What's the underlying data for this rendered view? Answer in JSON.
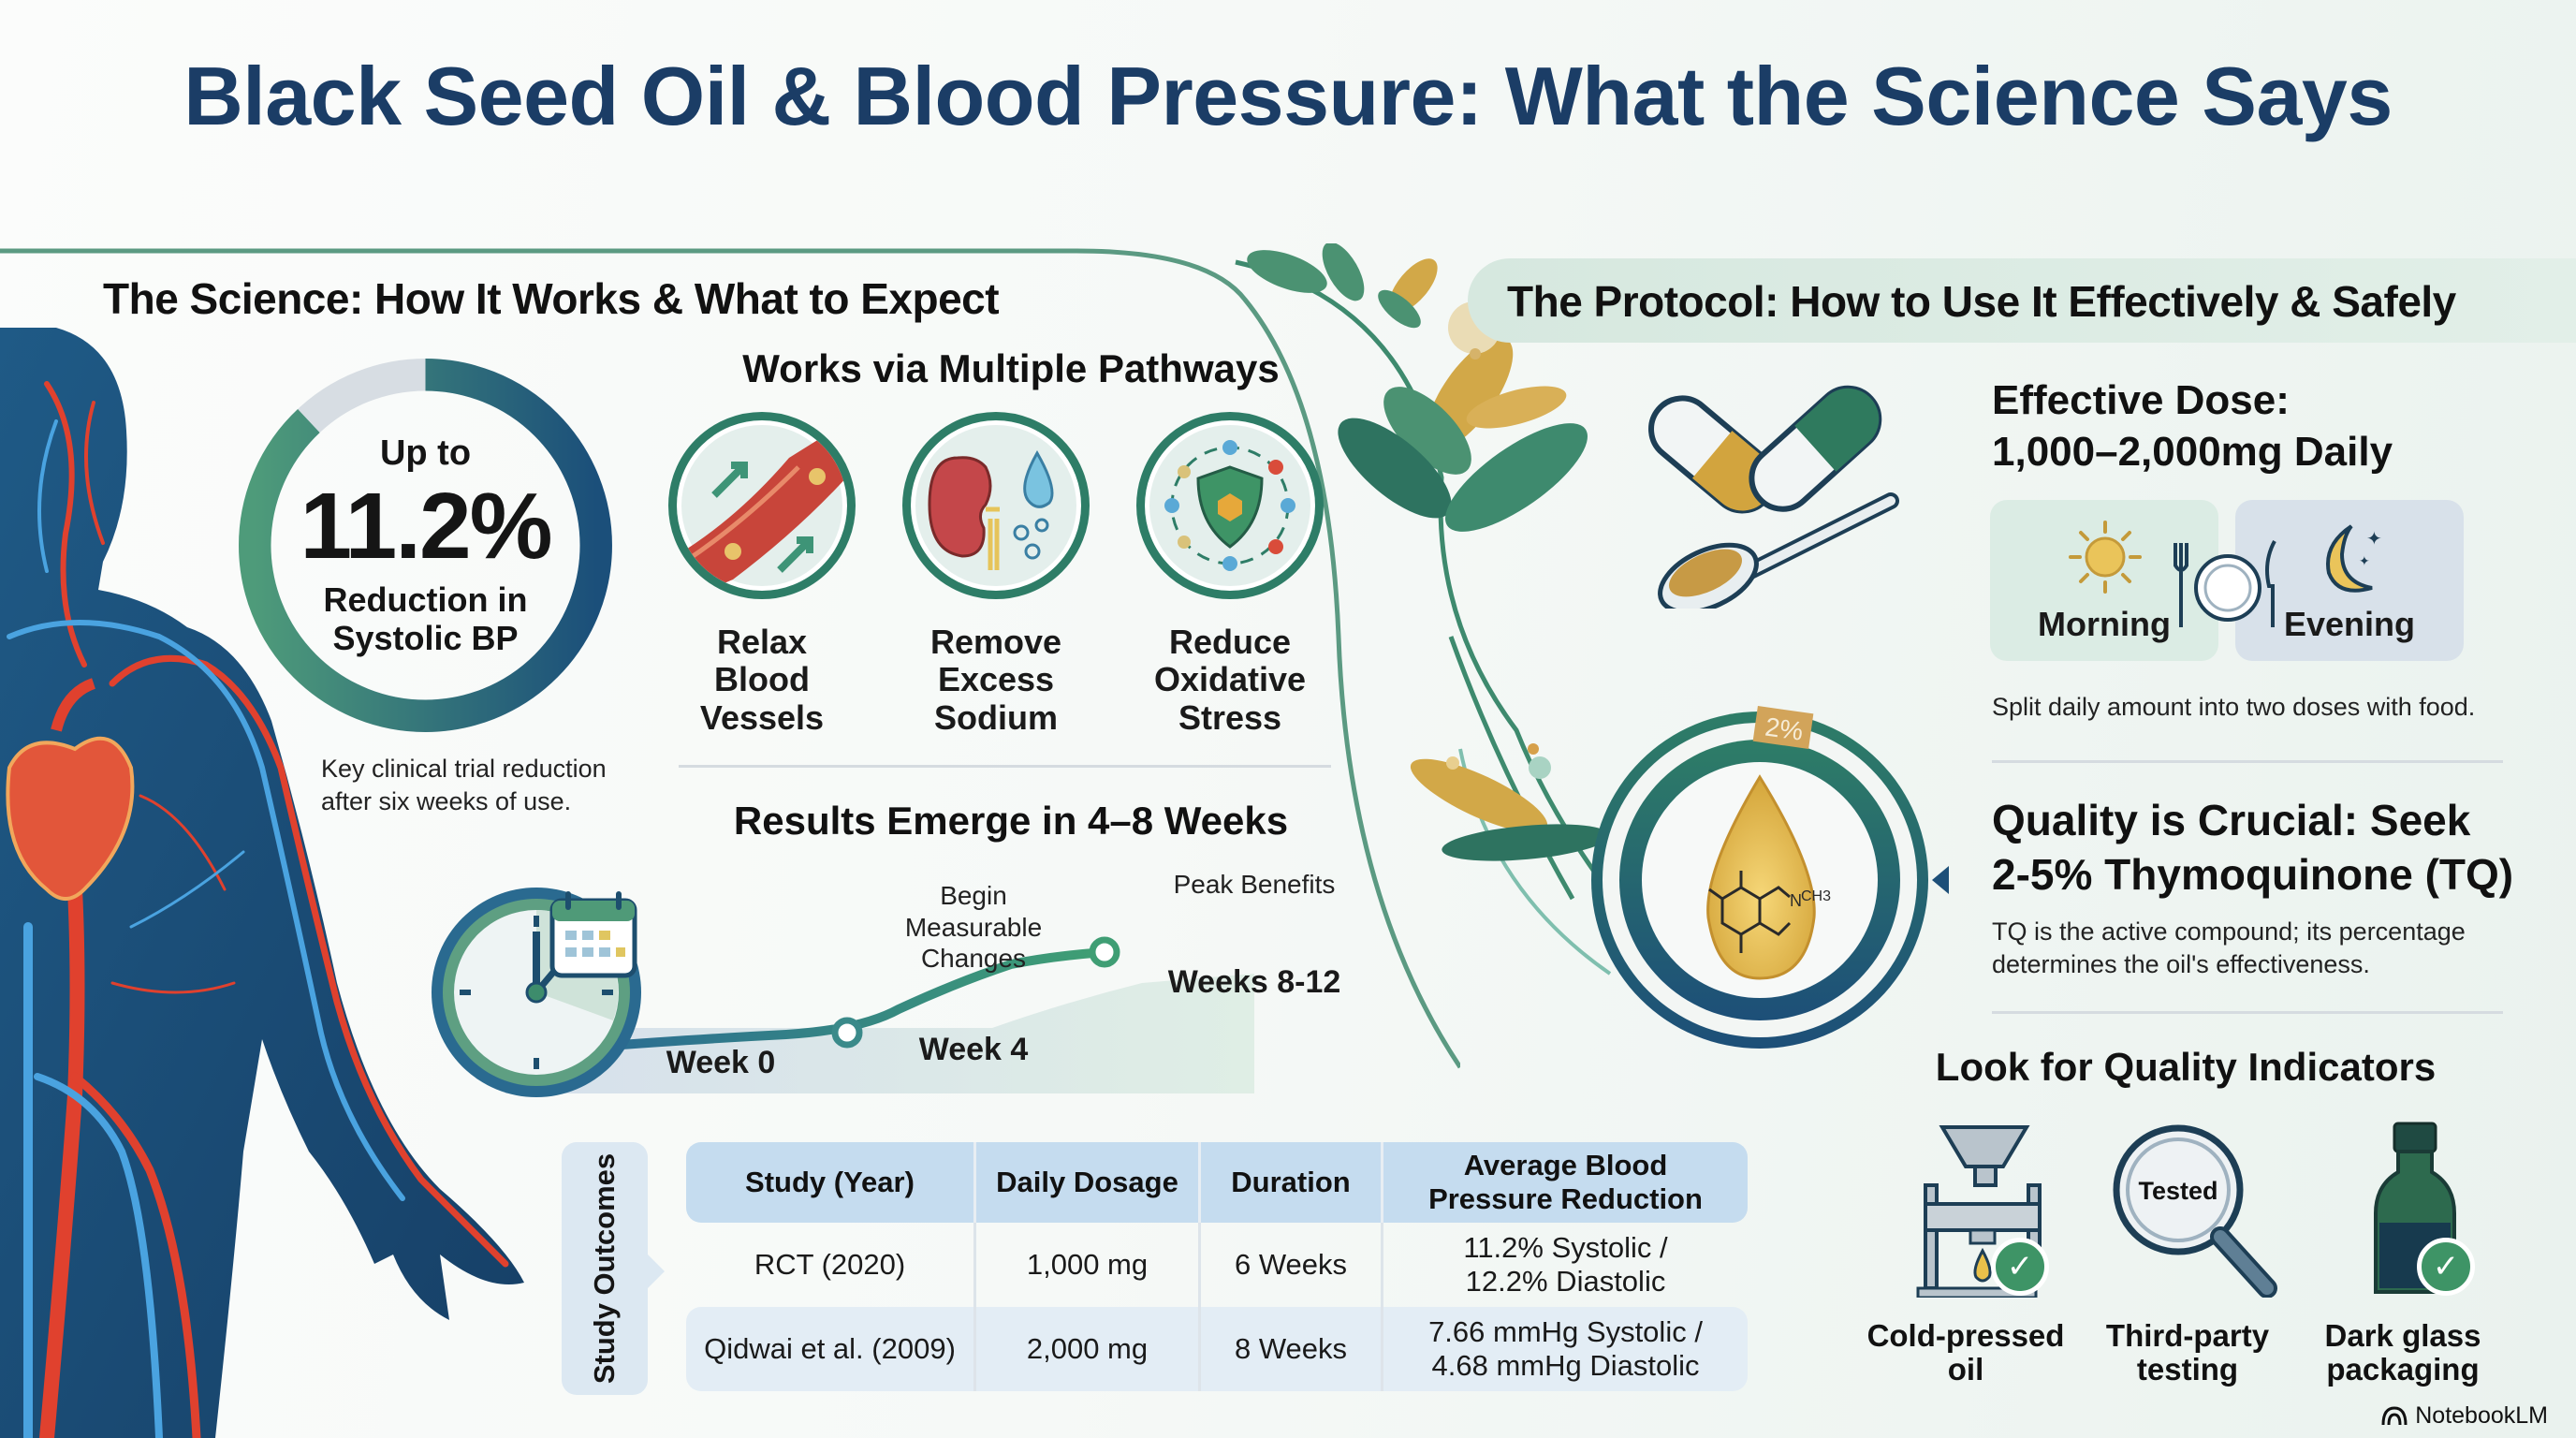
{
  "title": "Black Seed Oil & Blood Pressure: What the Science Says",
  "science": {
    "heading": "The Science: How It Works & What to Expect",
    "stat": {
      "prefix": "Up to",
      "value": "11.2%",
      "line1": "Reduction in",
      "line2": "Systolic BP",
      "note_line1": "Key clinical trial reduction",
      "note_line2": "after six weeks of use.",
      "ring_fill_pct": 88
    },
    "pathways": {
      "heading": "Works via Multiple Pathways",
      "items": [
        {
          "icon": "blood-vessel-icon",
          "l1": "Relax",
          "l2": "Blood",
          "l3": "Vessels"
        },
        {
          "icon": "kidney-icon",
          "l1": "Remove",
          "l2": "Excess",
          "l3": "Sodium"
        },
        {
          "icon": "shield-antioxidant-icon",
          "l1": "Reduce",
          "l2": "Oxidative",
          "l3": "Stress"
        }
      ]
    },
    "timeline": {
      "heading": "Results Emerge in 4–8 Weeks",
      "milestones": [
        {
          "week": "Week 0",
          "note": ""
        },
        {
          "week": "Week 4",
          "note_l1": "Begin",
          "note_l2": "Measurable",
          "note_l3": "Changes"
        },
        {
          "week": "Weeks 8-12",
          "note": "Peak Benefits"
        }
      ]
    },
    "table": {
      "tag": "Study Outcomes",
      "headers": [
        "Study (Year)",
        "Daily Dosage",
        "Duration",
        "Average Blood",
        "Pressure Reduction"
      ],
      "rows": [
        {
          "study": "RCT (2020)",
          "dosage": "1,000 mg",
          "duration": "6 Weeks",
          "r1": "11.2% Systolic /",
          "r2": "12.2% Diastolic"
        },
        {
          "study": "Qidwai et al. (2009)",
          "dosage": "2,000 mg",
          "duration": "8 Weeks",
          "r1": "7.66 mmHg Systolic /",
          "r2": "4.68 mmHg Diastolic"
        }
      ]
    }
  },
  "protocol": {
    "heading": "The Protocol: How to Use It Effectively & Safely",
    "dose": {
      "line1": "Effective Dose:",
      "line2": "1,000–2,000mg Daily",
      "morning": "Morning",
      "evening": "Evening",
      "note": "Split daily amount into two doses with food."
    },
    "tq": {
      "ring_label": "2%",
      "chem_label_n": "N",
      "chem_label_ch3": "CH3",
      "line1": "Quality is Crucial: Seek",
      "line2": "2-5% Thymoquinone (TQ)",
      "note_line1": "TQ is the active compound; its percentage",
      "note_line2": "determines the oil's effectiveness."
    },
    "quality": {
      "heading": "Look for Quality Indicators",
      "items": [
        {
          "icon": "cold-press-icon",
          "l1": "Cold-pressed",
          "l2": "oil"
        },
        {
          "icon": "magnifier-tested-icon",
          "l1": "Third-party",
          "l2": "testing",
          "badge": "Tested"
        },
        {
          "icon": "dark-bottle-icon",
          "l1": "Dark glass",
          "l2": "packaging"
        }
      ]
    }
  },
  "brand": "NotebookLM",
  "colors": {
    "title": "#1b3d66",
    "green": "#2e7d67",
    "teal_blue": "#1f5f86",
    "gold": "#d2a33e",
    "table_header": "#c5dcef"
  }
}
